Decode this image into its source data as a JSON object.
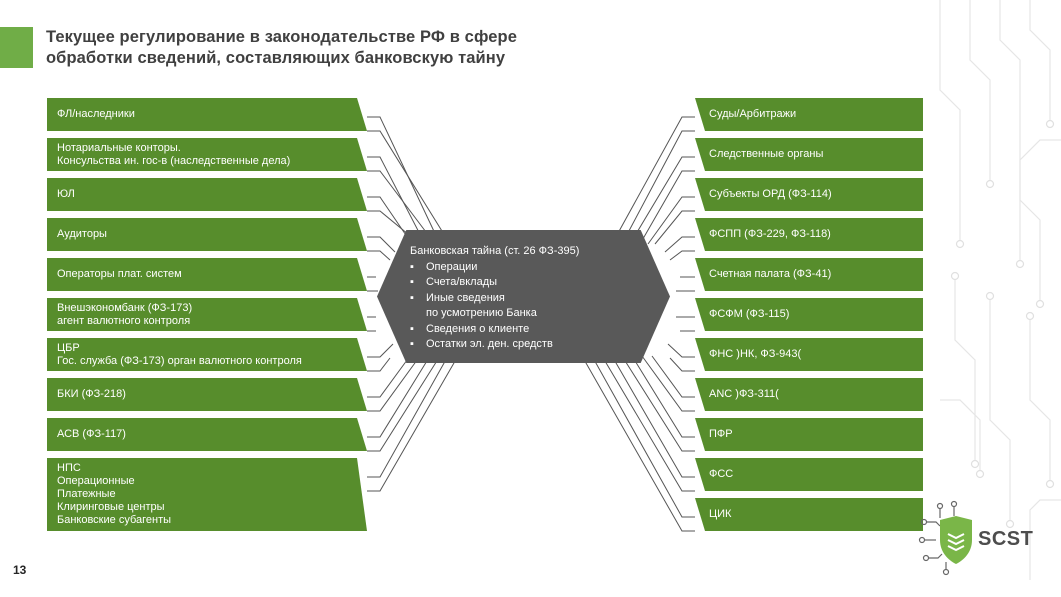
{
  "title": {
    "line1": "Текущее регулирование в законодательстве РФ в сфере",
    "line2": "обработки сведений, составляющих банковскую тайну"
  },
  "page_number": "13",
  "center": {
    "heading": "Банковская тайна (ст. 26 ФЗ-395)",
    "items": [
      "Операции",
      "Счета/вклады",
      "Иные сведения",
      "по усмотрению Банка",
      "Сведения о клиенте",
      "Остатки эл. ден. средств"
    ],
    "bullet": "▪"
  },
  "left_boxes": [
    {
      "line1": "ФЛ/наследники"
    },
    {
      "line1": "Нотариальные конторы.",
      "line2": "Консульства ин. гос-в",
      "line2_extra": " (наследственные дела)"
    },
    {
      "line1": "ЮЛ"
    },
    {
      "line1": "Аудиторы"
    },
    {
      "line1": "Операторы плат. систем"
    },
    {
      "line1": "Внешэкономбанк (ФЗ-173)",
      "line2": "агент валютного контроля"
    },
    {
      "line1": "ЦБР",
      "line2": "Гос. служба (ФЗ-173)",
      "line2_extra": " орган валютного контроля"
    },
    {
      "line1": "БКИ (ФЗ-218)"
    },
    {
      "line1": "АСВ (ФЗ-117)"
    },
    {
      "lines": [
        "НПС",
        "Операционные",
        "Платежные",
        "Клиринговые центры",
        "Банковские субагенты"
      ]
    }
  ],
  "right_boxes": [
    "Суды/Арбитражи",
    "Следственные органы",
    "Субъекты ОРД (ФЗ-114)",
    "ФСПП (ФЗ-229, ФЗ-118)",
    "Счетная палата (ФЗ-41)",
    "ФСФМ (ФЗ-115)",
    "ФНС )НК, ФЗ-943(",
    "АNC )ФЗ-311(",
    "ПФР",
    "ФСС",
    "ЦИК"
  ],
  "logo": {
    "text": "SCST",
    "icon": "shield-circuit-icon"
  },
  "colors": {
    "box_green": "#578d2c",
    "accent": "#70ad47",
    "center": "#595959",
    "lines": "#555555"
  }
}
